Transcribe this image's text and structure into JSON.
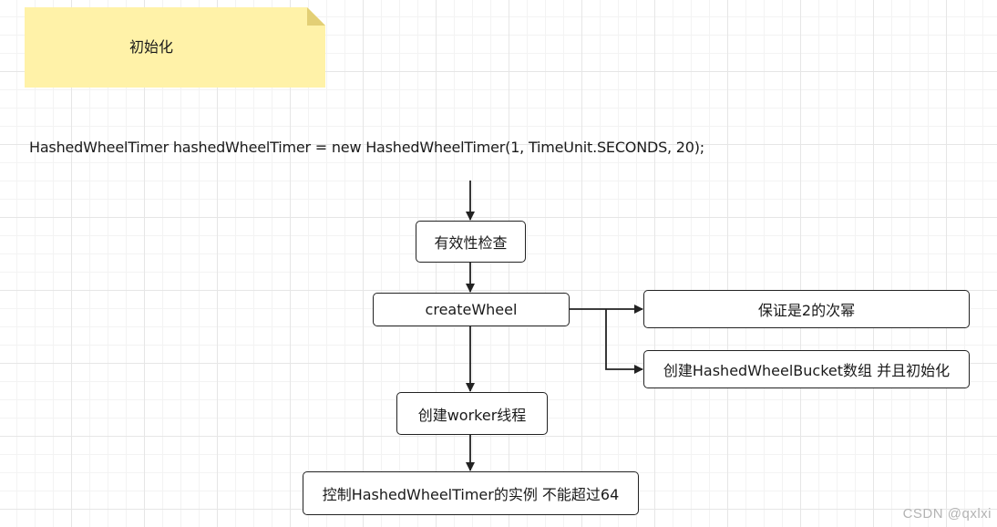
{
  "note": {
    "text": "初始化",
    "color": "#fff2a8"
  },
  "code_line": "HashedWheelTimer hashedWheelTimer = new HashedWheelTimer(1, TimeUnit.SECONDS, 20);",
  "nodes": {
    "validity_check": "有效性检查",
    "create_wheel": "createWheel",
    "power_of_two": "保证是2的次幂",
    "create_buckets": "创建HashedWheelBucket数组 并且初始化",
    "create_worker": "创建worker线程",
    "limit_instances": "控制HashedWheelTimer的实例 不能超过64"
  },
  "watermark": "CSDN @qxlxi"
}
